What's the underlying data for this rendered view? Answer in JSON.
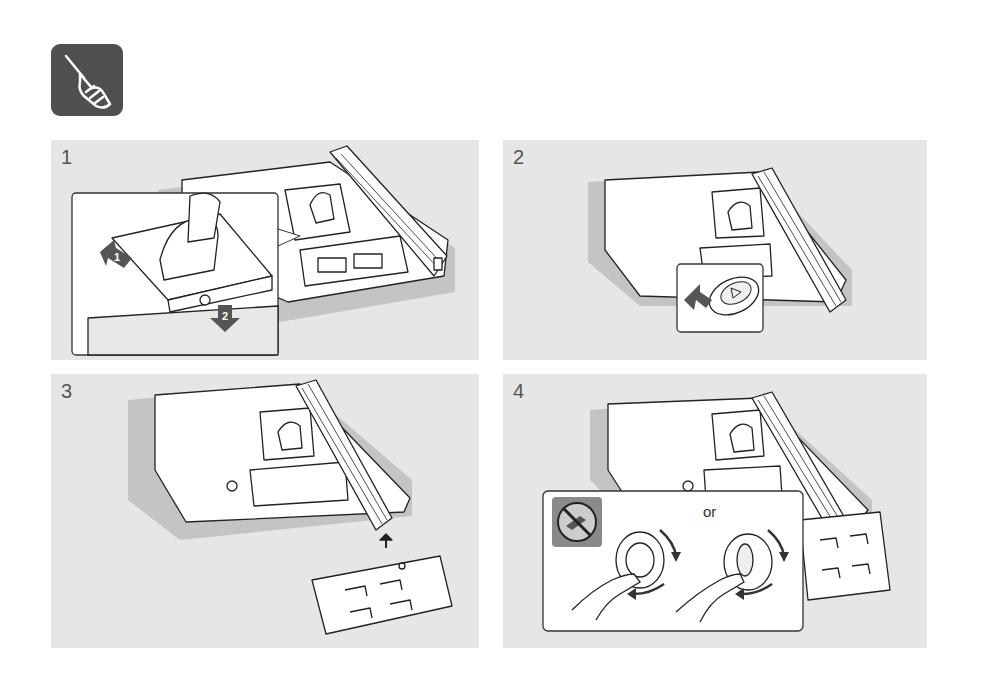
{
  "diagram": {
    "nodes": [
      {
        "text": [
          "1"
        ]
      },
      {
        "text": [
          "2"
        ]
      },
      {
        "text": [
          "3"
        ]
      },
      {
        "text": [
          "4"
        ]
      },
      {
        "text": [
          "or"
        ],
        "in": 3
      }
    ],
    "labels": [
      "1",
      "2"
    ]
  }
}
